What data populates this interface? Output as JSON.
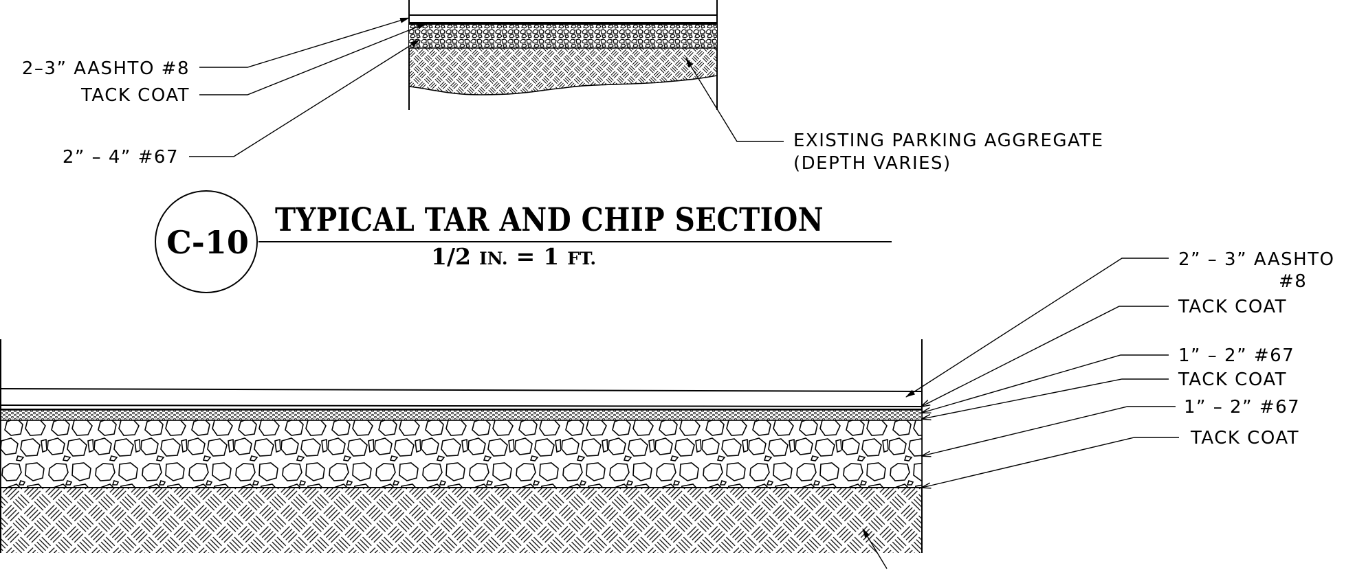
{
  "upper_section": {
    "callouts_left": [
      {
        "label": "2–3” AASHTO #8"
      },
      {
        "label": "TACK COAT"
      },
      {
        "label": "2”  –  4”  #67"
      }
    ],
    "callout_right": {
      "line1": "EXISTING PARKING AGGREGATE",
      "line2": "(DEPTH VARIES)"
    }
  },
  "title_block": {
    "detail_id": "C-10",
    "title": "TYPICAL TAR AND CHIP SECTION",
    "scale_part1": "1/2",
    "scale_part2": "IN.",
    "scale_part3": "=",
    "scale_part4": "1",
    "scale_part5": "FT."
  },
  "lower_section": {
    "callouts_right": [
      {
        "line1": "2”  –  3”  AASHTO",
        "line2": "#8"
      },
      {
        "line1": "TACK COAT"
      },
      {
        "line1": "1”  –  2”  #67"
      },
      {
        "line1": "TACK COAT"
      },
      {
        "line1": "1”  –  2”  #67"
      },
      {
        "line1": "TACK COAT"
      }
    ]
  }
}
